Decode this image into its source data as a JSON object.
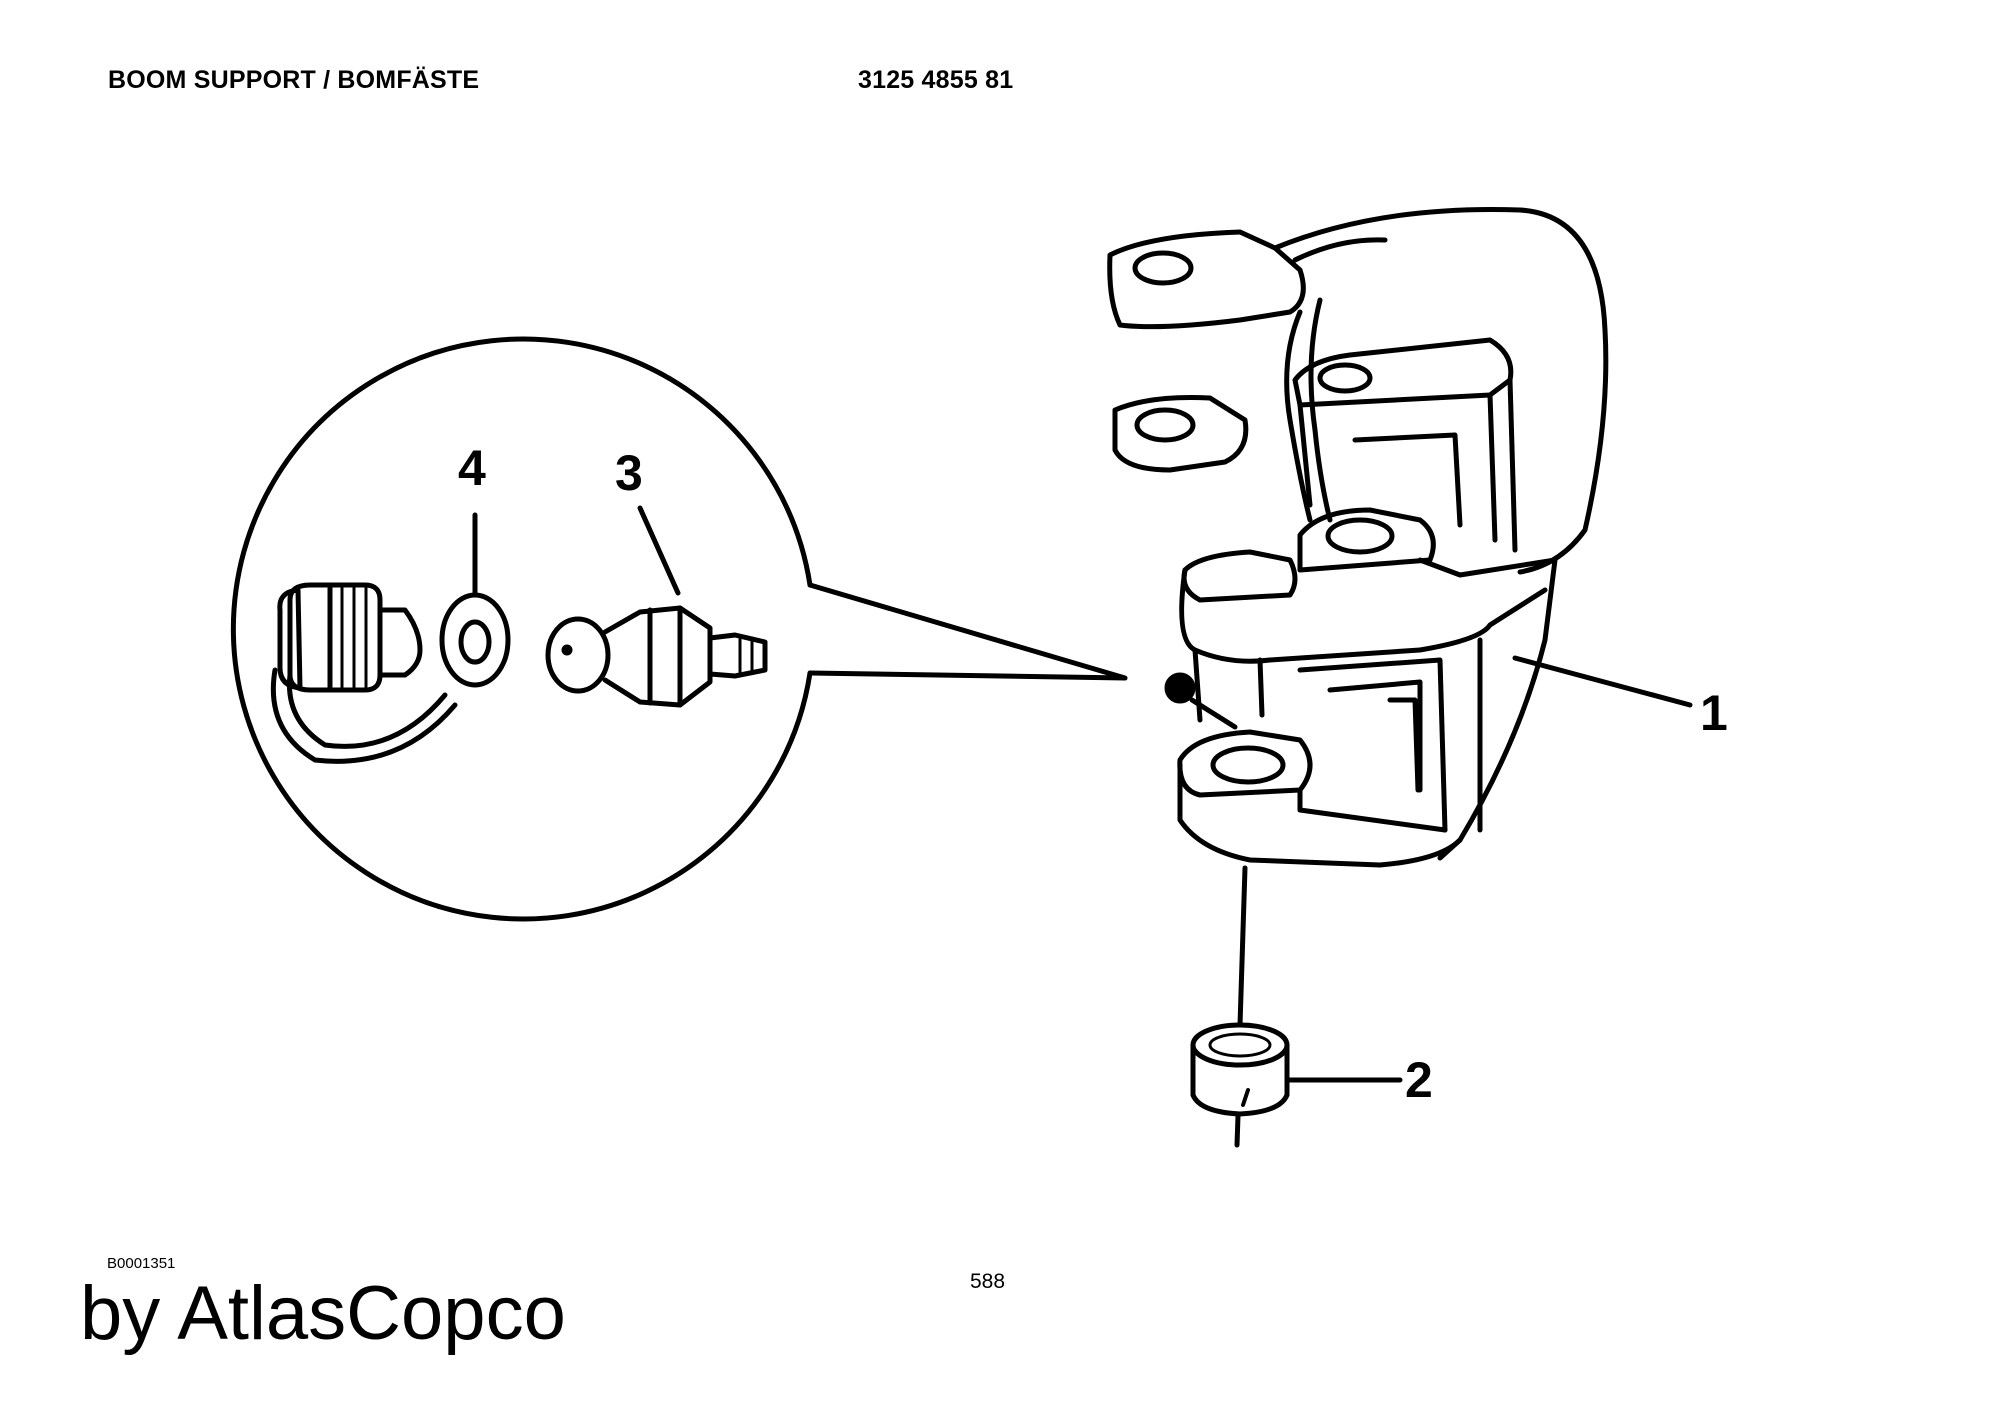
{
  "header": {
    "title": "BOOM SUPPORT / BOMFÄSTE",
    "part_number": "3125 4855 81"
  },
  "callouts": [
    {
      "id": "callout-1",
      "label": "1"
    },
    {
      "id": "callout-2",
      "label": "2"
    },
    {
      "id": "callout-3",
      "label": "3"
    },
    {
      "id": "callout-4",
      "label": "4"
    }
  ],
  "footer": {
    "image_code": "B0001351",
    "page_number": "588",
    "brand": "by AtlasCopco"
  }
}
